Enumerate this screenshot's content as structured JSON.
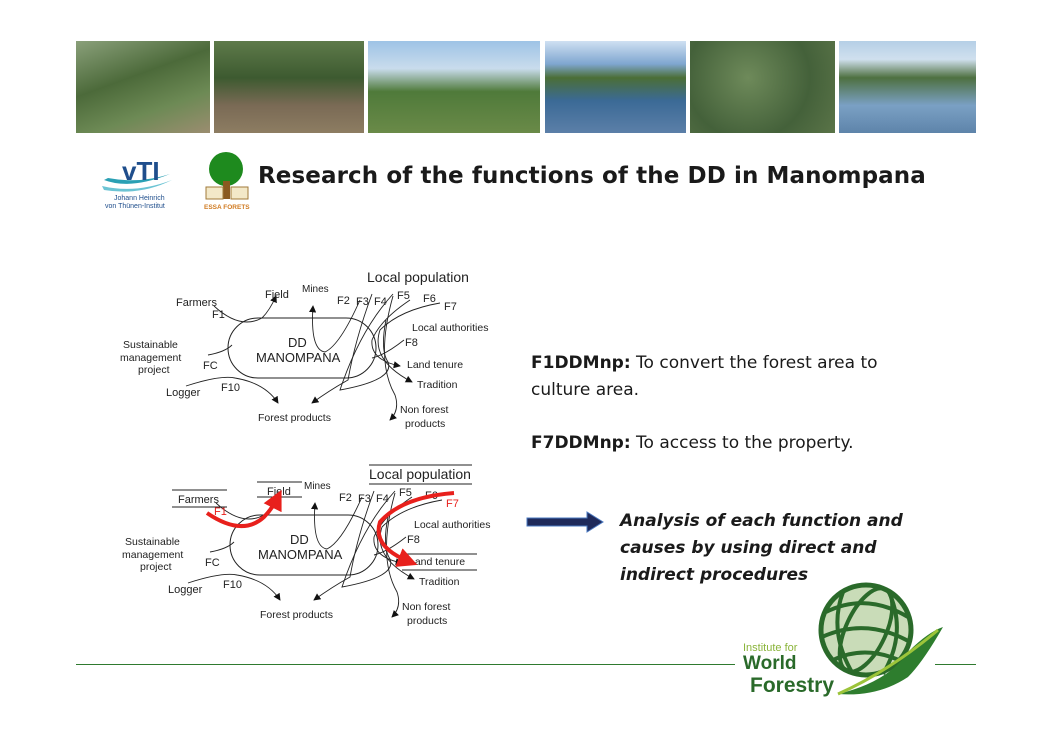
{
  "header": {
    "photos": [
      "forest-people-photo",
      "village-people-photo",
      "village-house-photo",
      "river-canoe-photo",
      "forest-aerial-photo",
      "river-boat-photo"
    ],
    "title": "Research of the functions of the DD in Manompana",
    "logo_vti": {
      "text": "vTI",
      "sub1": "Johann Heinrich",
      "sub2": "von Thünen-Institut"
    },
    "logo_essa": {
      "text": "ESSA FORETS"
    }
  },
  "diagram": {
    "local_population": "Local population",
    "field": "Field",
    "mines": "Mines",
    "farmers": "Farmers",
    "f1": "F1",
    "f2": "F2",
    "f3": "F3",
    "f4": "F4",
    "f5": "F5",
    "f6": "F6",
    "f7": "F7",
    "f8": "F8",
    "local_authorities": "Local authorities",
    "dd": "DD",
    "manompana": "MANOMPANA",
    "sustainable": "Sustainable",
    "management": "management",
    "project": "project",
    "fc": "FC",
    "land_tenure": "Land tenure",
    "tradition": "Tradition",
    "logger": "Logger",
    "f10": "F10",
    "forest_products": "Forest products",
    "non_forest": "Non forest",
    "products": "products"
  },
  "content": {
    "f1_label": "F1DDMnp:",
    "f1_text": " To convert the forest area to",
    "f1_text2": "culture area.",
    "f7_label": "F7DDMnp:",
    "f7_text": " To access to the property.",
    "analysis": [
      "Analysis of each function and",
      "causes by using direct and",
      "indirect procedures"
    ]
  },
  "footer": {
    "logo_line1": "Institute for",
    "logo_line2": "World",
    "logo_line3": "Forestry"
  },
  "colors": {
    "accent_red": "#e8201c",
    "green": "#2f7a2f",
    "arrow_navy": "#1f2a5a"
  }
}
